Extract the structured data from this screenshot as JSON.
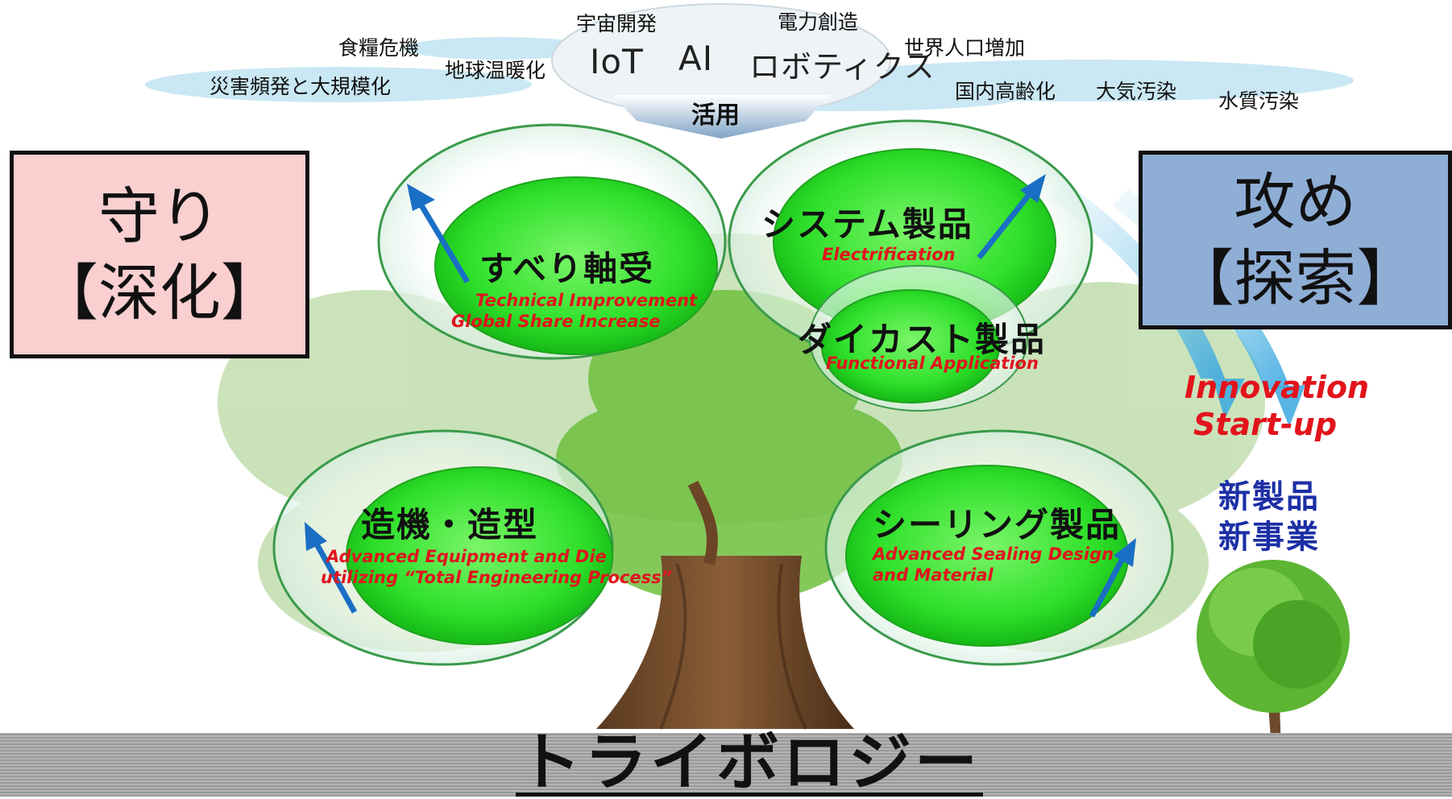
{
  "cloud": {
    "words": [
      "宇宙開発",
      "電力創造",
      "食糧危機",
      "世界人口増加",
      "災害頻発と大規模化",
      "地球温暖化",
      "国内高齢化",
      "大気汚染",
      "水質汚染"
    ],
    "tech": [
      "IoT",
      "AI",
      "ロボティクス"
    ],
    "arrow_label": "活用"
  },
  "left_box": {
    "line1": "守り",
    "line2": "【深化】",
    "color": "#f9cfd0"
  },
  "right_box": {
    "line1": "攻め",
    "line2": "【探索】",
    "color": "#8eaed6"
  },
  "circles": {
    "bearings": {
      "title": "すべり軸受",
      "sub1": "Technical Improvement",
      "sub2": "Global Share Increase"
    },
    "systems": {
      "title": "システム製品",
      "sub1": "Electrification"
    },
    "diecast": {
      "title": "ダイカスト製品",
      "sub1": "Functional  Application"
    },
    "machines": {
      "title": "造機・造型",
      "sub1": "Advanced Equipment and Die",
      "sub2": "utilizing  “Total Engineering Process”"
    },
    "sealing": {
      "title": "シーリング製品",
      "sub1": "Advanced Sealing Design",
      "sub2": "and Material"
    }
  },
  "right_side": {
    "innovation1": "Innovation",
    "innovation2": "Start-up",
    "new1": "新製品",
    "new2": "新事業"
  },
  "ground": {
    "title": "トライボロジー"
  },
  "colors": {
    "circle_green": "#22dd22",
    "arrow_blue": "#1a6fc4",
    "accent_red": "#e2131b",
    "accent_blue": "#1c2fa5"
  }
}
